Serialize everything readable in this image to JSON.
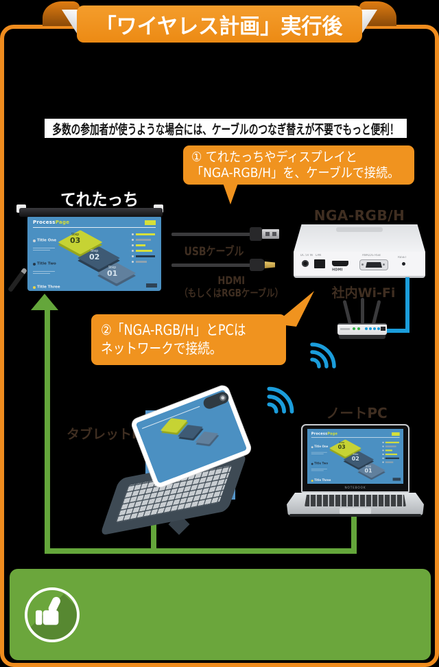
{
  "banner": {
    "title": "「ワイヤレス計画」実行後"
  },
  "highlight": {
    "text": "多数の参加者が使うような場合には、ケーブルのつなぎ替えが不要でもっと便利！"
  },
  "callout_step1": {
    "line1": "① てれたっちやディスプレイと",
    "line2": "「NGA-RGB/H」を、ケーブルで接続。"
  },
  "callout_step2": {
    "line1": "②「NGA-RGB/H」とPCは",
    "line2": "ネットワークで接続。"
  },
  "labels": {
    "whiteboard": "てれたっち",
    "usb_cable": "USBケーブル",
    "hdmi_cable": "HDMI",
    "hdmi_cable_alt": "（もしくはRGBケーブル）",
    "receiver": "NGA-RGB/H",
    "office_wifi": "社内Wi-Fi",
    "tablet_pc": "タブレットPC",
    "note_pc": "ノートPC"
  },
  "receiver_ports": {
    "power": "DC 5V IN",
    "lan": "LAN",
    "hdmi_logo": "HDMI",
    "rgb": "ANALOG RGB",
    "reset": "RESET"
  },
  "slide": {
    "brand_a": "Process",
    "brand_b": "Page",
    "steps": [
      {
        "small": "Step",
        "num": "03"
      },
      {
        "small": "Step",
        "num": "02"
      },
      {
        "small": "Step",
        "num": "01"
      }
    ],
    "titles": [
      "Title One",
      "Title Two",
      "Title Three"
    ]
  },
  "laptop": {
    "brand": "NOTEBOOK"
  },
  "colors": {
    "orange": "#F0931F",
    "green": "#6BA63C",
    "blue": "#1B9DDB",
    "screen_blue": "#4B90C2"
  }
}
